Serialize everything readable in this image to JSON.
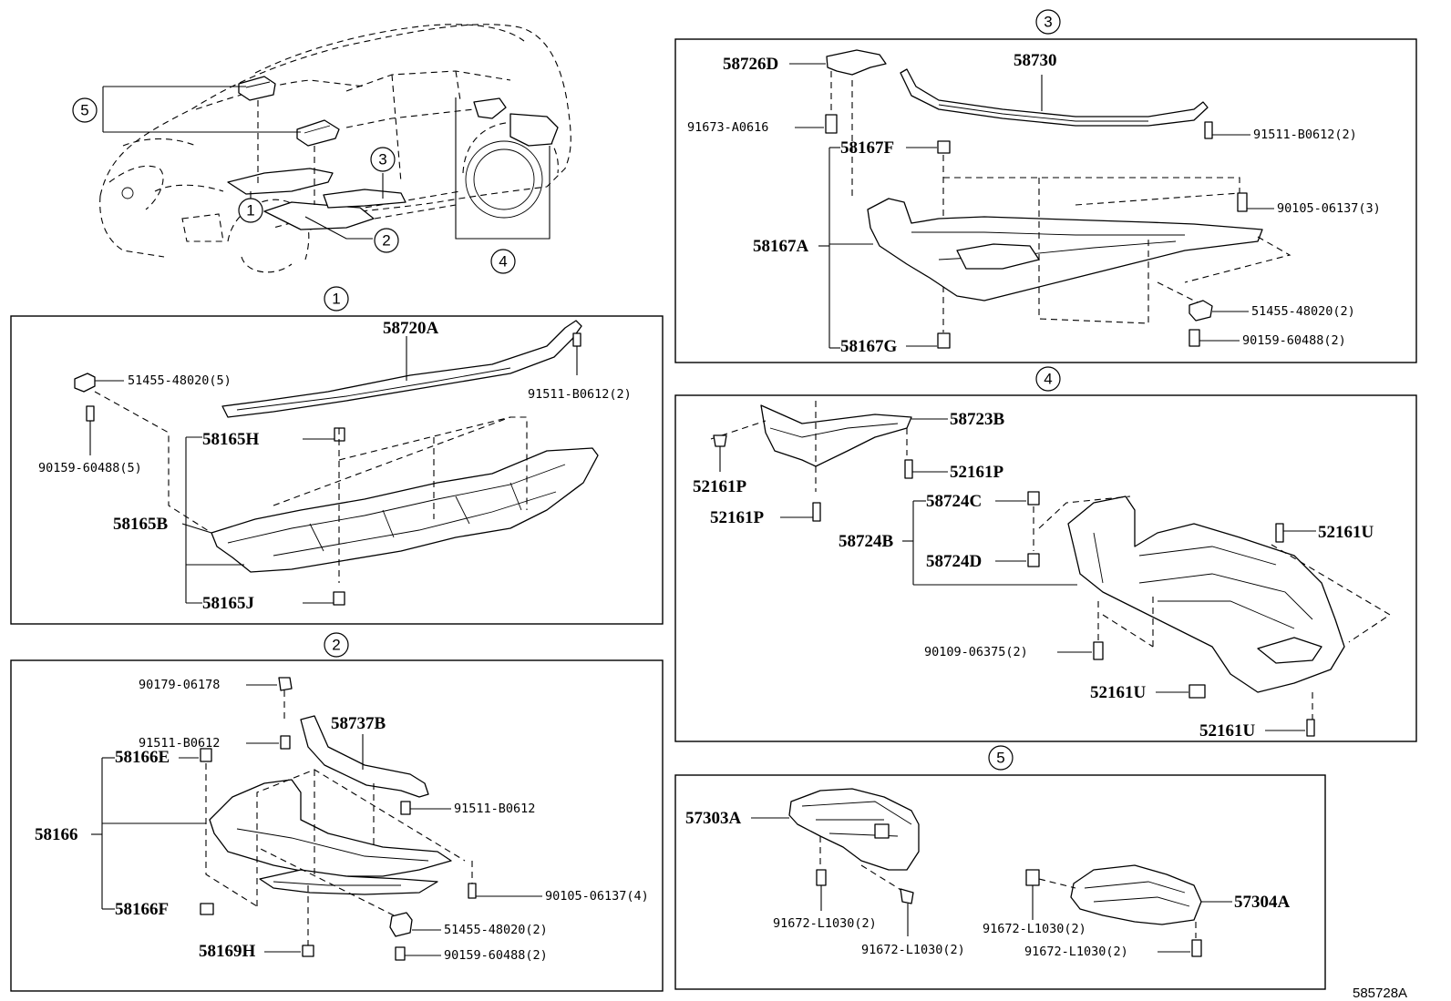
{
  "callouts": {
    "c1": "1",
    "c2": "2",
    "c3": "3",
    "c4": "4",
    "c5": "5"
  },
  "section1": {
    "p58720A": "58720A",
    "p51455": "51455-48020(5)",
    "p91511": "91511-B0612(2)",
    "p90159": "90159-60488(5)",
    "p58165H": "58165H",
    "p58165B": "58165B",
    "p58165J": "58165J"
  },
  "section2": {
    "p90179": "90179-06178",
    "p91511a": "91511-B0612",
    "p58737B": "58737B",
    "p58166E": "58166E",
    "p91511b": "91511-B0612",
    "p58166": "58166",
    "p90105": "90105-06137(4)",
    "p58166F": "58166F",
    "p51455": "51455-48020(2)",
    "p58169H": "58169H",
    "p90159": "90159-60488(2)"
  },
  "section3": {
    "p58726D": "58726D",
    "p58730": "58730",
    "p91673": "91673-A0616",
    "p91511": "91511-B0612(2)",
    "p58167F": "58167F",
    "p90105": "90105-06137(3)",
    "p58167A": "58167A",
    "p51455": "51455-48020(2)",
    "p58167G": "58167G",
    "p90159": "90159-60488(2)"
  },
  "section4": {
    "p58723B": "58723B",
    "p52161Pa": "52161P",
    "p52161Pb": "52161P",
    "p52161Pc": "52161P",
    "p58724C": "58724C",
    "p52161Ua": "52161U",
    "p58724B": "58724B",
    "p58724D": "58724D",
    "p90109": "90109-06375(2)",
    "p52161Ub": "52161U",
    "p52161Uc": "52161U"
  },
  "section5": {
    "p57303A": "57303A",
    "p57304A": "57304A",
    "p91672a": "91672-L1030(2)",
    "p91672b": "91672-L1030(2)",
    "p91672c": "91672-L1030(2)",
    "p91672d": "91672-L1030(2)"
  },
  "reference": "585728A"
}
